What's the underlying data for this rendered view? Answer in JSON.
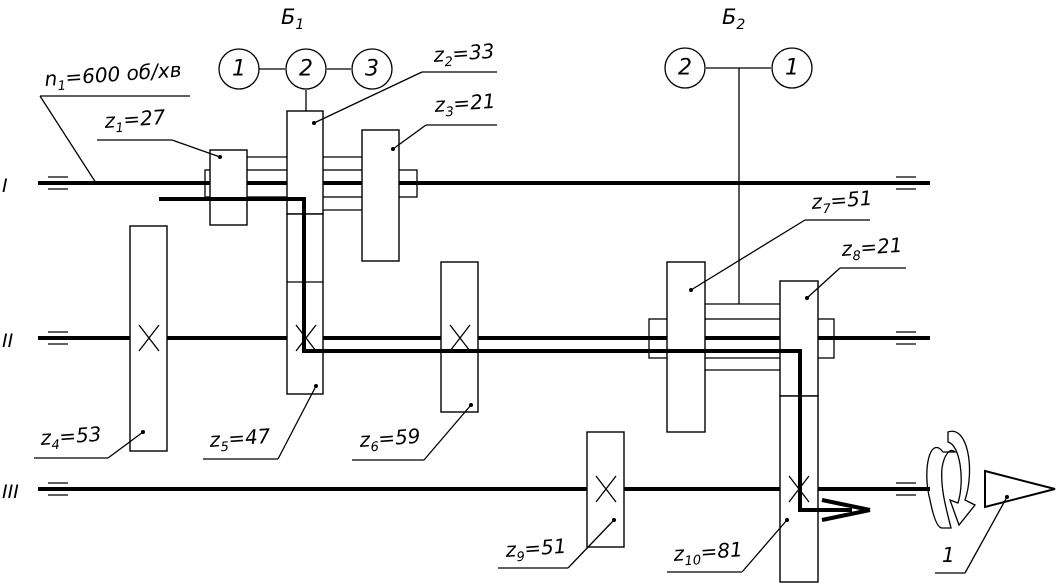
{
  "blocks": {
    "b1": {
      "base": "Б",
      "sub": "1"
    },
    "b2": {
      "base": "Б",
      "sub": "2"
    }
  },
  "block1_positions": [
    "1",
    "2",
    "3"
  ],
  "block2_positions": [
    "2",
    "1"
  ],
  "input_speed": {
    "pre": "n",
    "sub": "1",
    "post": "=600 об/хв"
  },
  "shafts": [
    "I",
    "II",
    "III"
  ],
  "gears": {
    "z1": {
      "pre": "z",
      "sub": "1",
      "post": "=27"
    },
    "z2": {
      "pre": "z",
      "sub": "2",
      "post": "=33"
    },
    "z3": {
      "pre": "z",
      "sub": "3",
      "post": "=21"
    },
    "z4": {
      "pre": "z",
      "sub": "4",
      "post": "=53"
    },
    "z5": {
      "pre": "z",
      "sub": "5",
      "post": "=47"
    },
    "z6": {
      "pre": "z",
      "sub": "6",
      "post": "=59"
    },
    "z7": {
      "pre": "z",
      "sub": "7",
      "post": "=51"
    },
    "z8": {
      "pre": "z",
      "sub": "8",
      "post": "=21"
    },
    "z9": {
      "pre": "z",
      "sub": "9",
      "post": "=51"
    },
    "z10": {
      "pre": "z",
      "sub": "10",
      "post": "=81"
    }
  },
  "output_label": "1"
}
